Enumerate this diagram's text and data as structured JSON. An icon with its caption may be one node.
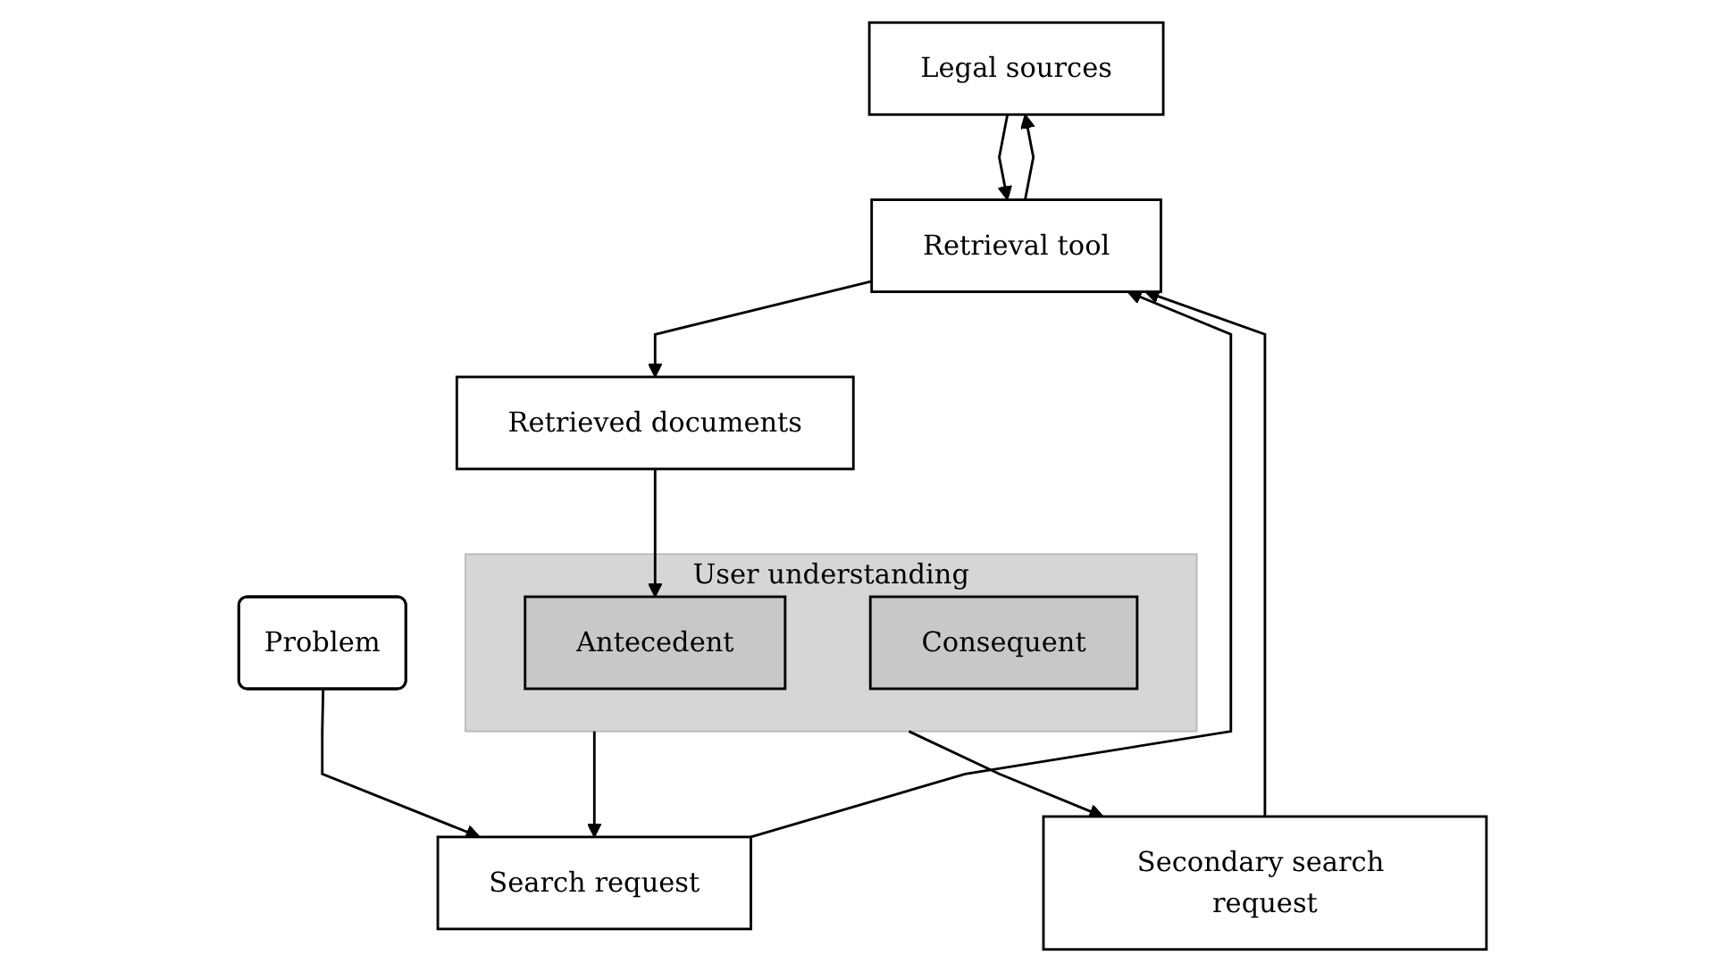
{
  "diagram": {
    "nodes": [
      {
        "text": [
          "Legal sources"
        ]
      },
      {
        "text": [
          "Retrieval tool"
        ]
      },
      {
        "text": [
          "Retrieved documents"
        ]
      },
      {
        "text": [
          "User understanding"
        ]
      },
      {
        "text": [
          "Antecedent"
        ],
        "in": 3
      },
      {
        "text": [
          "Consequent"
        ],
        "in": 3
      },
      {
        "text": [
          "Search request"
        ]
      },
      {
        "text": [
          "Secondary search request"
        ]
      },
      {
        "text": [
          "Problem"
        ]
      }
    ],
    "edges": [
      {
        "from": 1,
        "to": 0,
        "arrow": "to"
      },
      {
        "from": 0,
        "to": 1,
        "arrow": "to"
      },
      {
        "from": 1,
        "to": 2,
        "arrow": "to"
      },
      {
        "from": 2,
        "to": 4,
        "arrow": "to"
      },
      {
        "from": 3,
        "to": 6,
        "arrow": "to"
      },
      {
        "from": 7,
        "to": 1,
        "arrow": "to"
      },
      {
        "from": 3,
        "to": 7,
        "arrow": "to"
      },
      {
        "from": 6,
        "to": 1,
        "arrow": "to"
      },
      {
        "from": 8,
        "to": 6,
        "arrow": "to"
      }
    ]
  }
}
